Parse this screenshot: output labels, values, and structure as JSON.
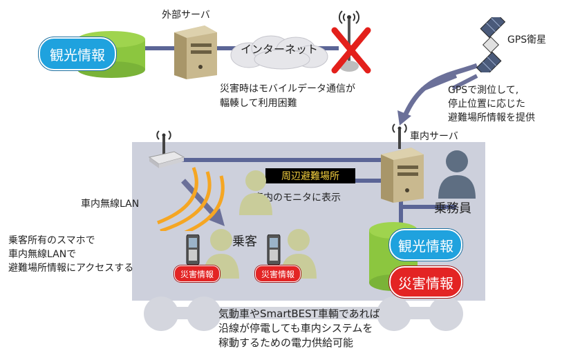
{
  "texts": {
    "tourism_info": "観光情報",
    "external_server": "外部サーバ",
    "internet": "インターネット",
    "gps_satellite": "GPS衛星",
    "mobile_congestion_line1": "災害時はモバイルデータ通信が",
    "mobile_congestion_line2": "輻輳して利用困難",
    "gps_note_line1": "GPSで測位して,",
    "gps_note_line2": "停止位置に応じた",
    "gps_note_line3": "避難場所情報を提供",
    "onboard_server": "車内サーバ",
    "nearby_shelter": "周辺避難場所",
    "monitor_display": "車内のモニタに表示",
    "wireless_lan": "車内無線LAN",
    "crew": "乗務員",
    "passengers": "乗客",
    "passenger_note_line1": "乗客所有のスマホで",
    "passenger_note_line2": "車内無線LANで",
    "passenger_note_line3": "避難場所情報にアクセスする",
    "disaster_info": "災害情報",
    "power_note_line1": "気動車やSmartBEST車輌であれば",
    "power_note_line2": "沿線が停電しても車内システムを",
    "power_note_line3": "稼動するための電力供給可能"
  },
  "colors": {
    "blue_pill": "#1fa2de",
    "red_pill": "#e32424",
    "db_green": "#8cc63f",
    "train_body": "#cdd0dc",
    "link_line": "#5b6596",
    "wifi_orange": "#f5a623",
    "cross_red": "#e3201b"
  },
  "icons": [
    "database-icon",
    "server-icon",
    "cloud-icon",
    "antenna-icon",
    "cross-icon",
    "satellite-icon",
    "router-icon",
    "person-icon",
    "smartphone-icon",
    "wifi-waves-icon",
    "wheel-icon"
  ]
}
